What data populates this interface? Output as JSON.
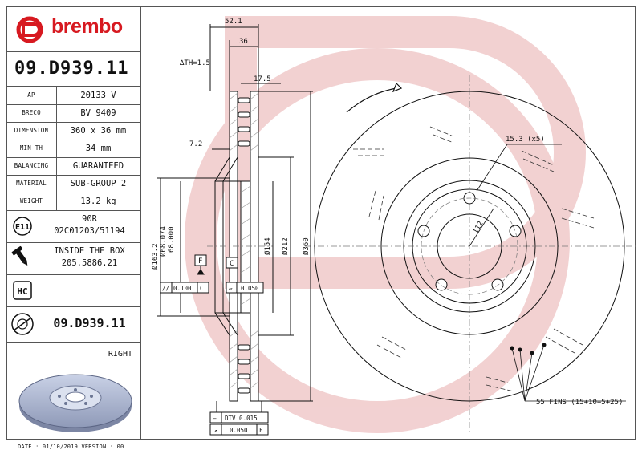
{
  "brand": {
    "name": "brembo",
    "color": "#d71920",
    "logo_icon": "brembo-b-icon"
  },
  "part_code": "09.D939.11",
  "specs": [
    {
      "key": "AP",
      "value": "20133 V"
    },
    {
      "key": "BRECO",
      "value": "BV 9409"
    },
    {
      "key": "DIMENSION",
      "value": "360 x 36 mm"
    },
    {
      "key": "MIN TH",
      "value": "34 mm"
    },
    {
      "key": "BALANCING",
      "value": "GUARANTEED"
    },
    {
      "key": "MATERIAL",
      "value": "SUB-GROUP 2"
    },
    {
      "key": "WEIGHT",
      "value": "13.2 kg"
    }
  ],
  "approval": {
    "icon": "e11-approval-icon",
    "line1": "90R",
    "line2": "02C01203/51194"
  },
  "inside_box": {
    "icon": "screw-icon",
    "line1": "INSIDE THE BOX",
    "line2": "205.5886.21"
  },
  "hc_icon": "hc-icon",
  "disc_code": {
    "icon": "disc-wear-icon",
    "value": "09.D939.11"
  },
  "side": "RIGHT",
  "product_image_icon": "brake-disc-render-icon",
  "footer": "DATE : 01/10/2019 VERSION : 00",
  "drawing": {
    "dims": {
      "overall_width": "52.1",
      "thickness": "36",
      "th_tol": "∆TH=1.5",
      "hat_offset": "17.5",
      "hat_wall": "7.2",
      "d_center_bore": "Ø163.2",
      "d_hub_1": "Ø68.074",
      "d_hub_2": "68.000",
      "d_154": "Ø154",
      "d_212": "Ø212",
      "d_360": "Ø360",
      "bolt_holes": "15.3 (x5)",
      "pcd": "112",
      "fins": "55 FINS (15+10+5+25)"
    },
    "datums": {
      "f": "F",
      "c": "C"
    },
    "tolerances": {
      "perp_sym": "//",
      "perp_val": "0.100",
      "perp_ref": "C",
      "flat_sym": "▱",
      "flat_val": "0.050",
      "dtv_sym": "―",
      "dtv_val": "DTV 0.015",
      "run_sym": "↗",
      "run_val": "0.050",
      "run_ref": "F"
    },
    "rotation": "rotation-arrow-icon"
  }
}
